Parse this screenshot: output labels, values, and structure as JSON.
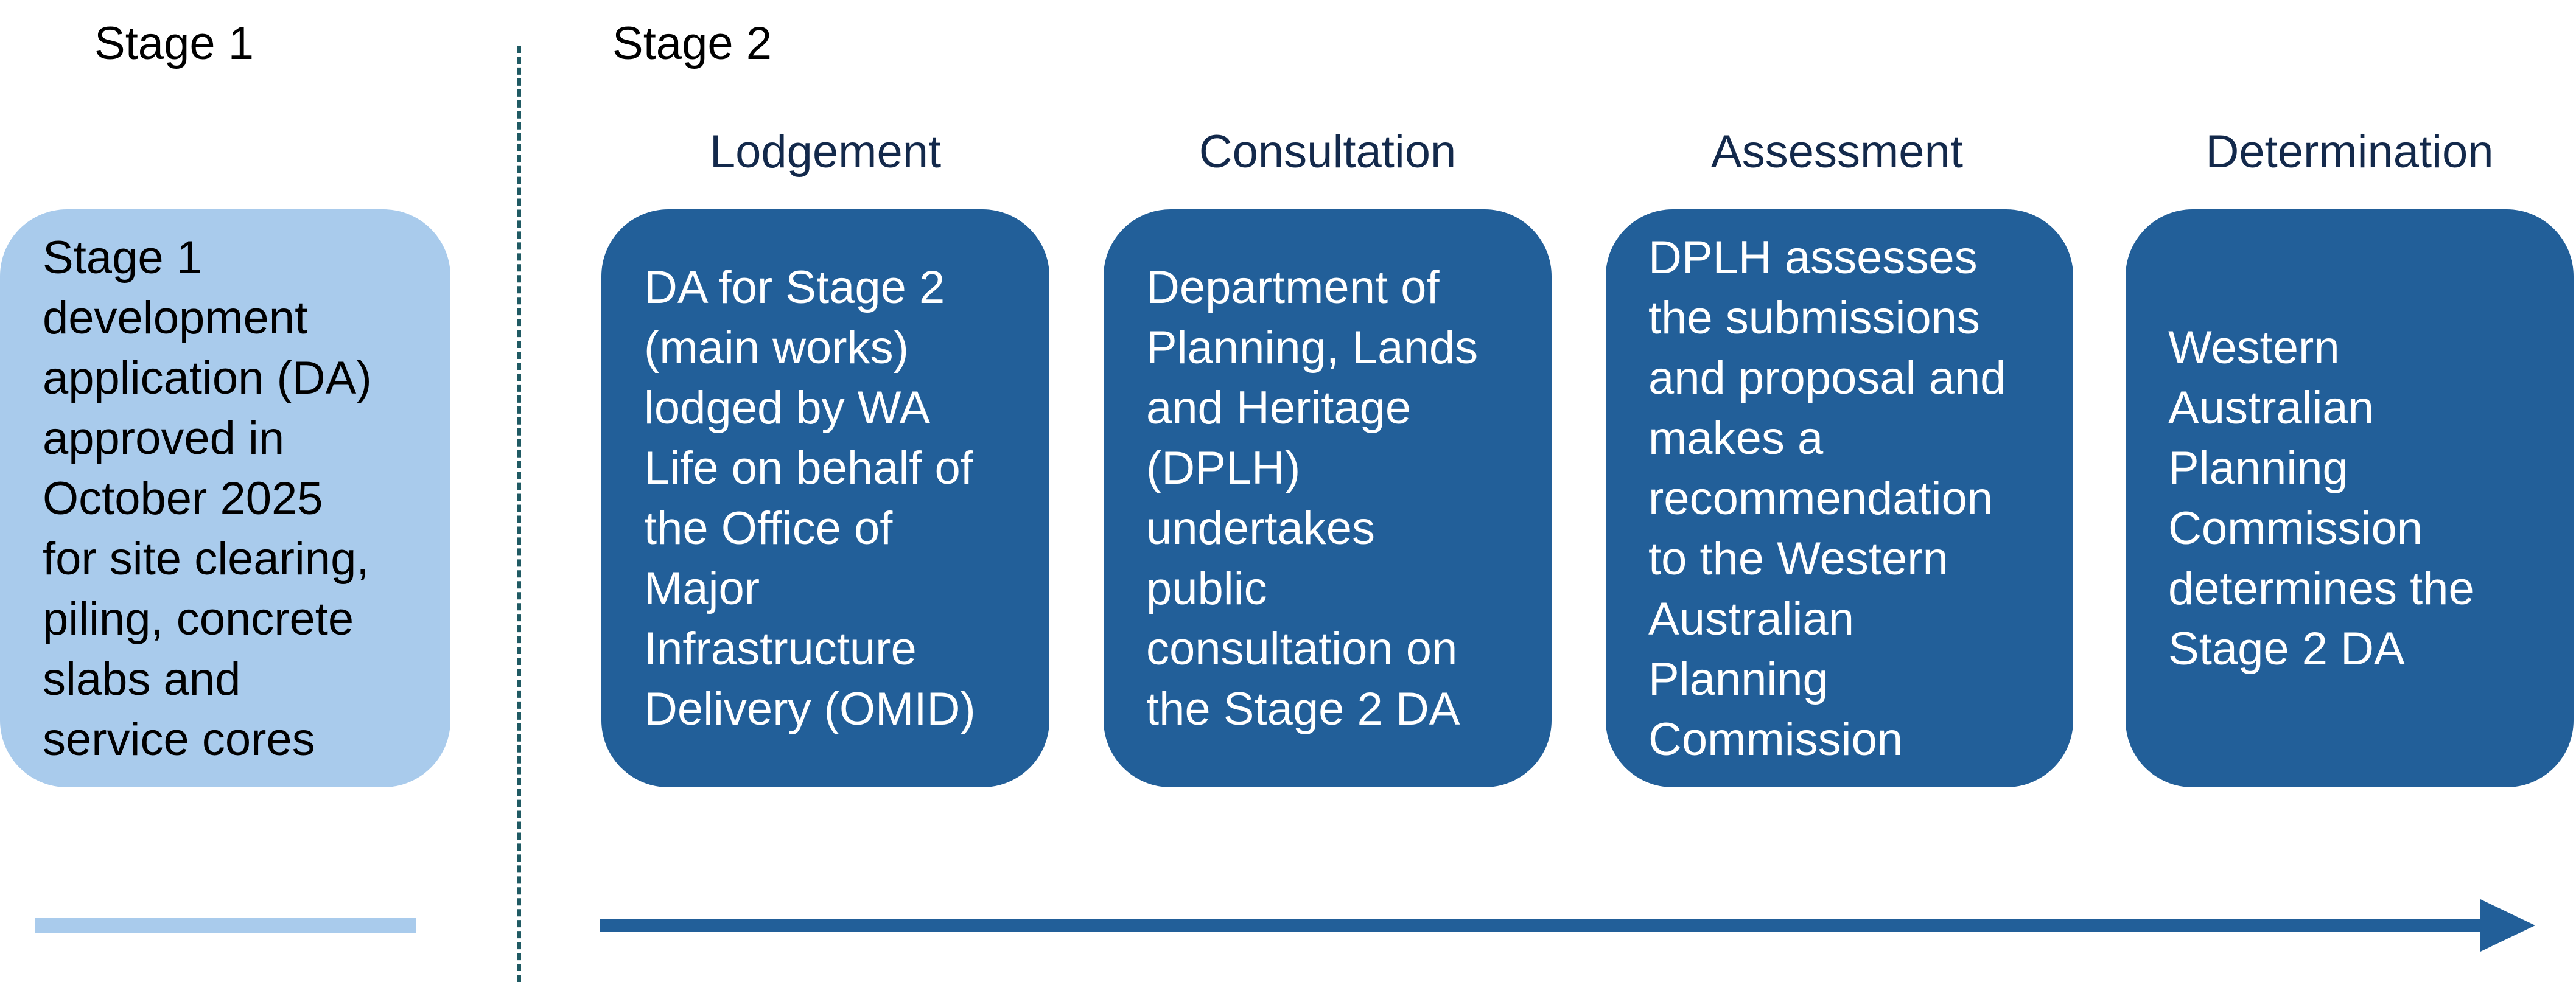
{
  "stage1": {
    "heading": "Stage 1",
    "box_text": "Stage 1\ndevelopment\napplication (DA)\napproved in\nOctober 2025\nfor site clearing,\npiling, concrete\nslabs and\nservice cores"
  },
  "stage2": {
    "heading": "Stage 2",
    "phases": [
      {
        "title": "Lodgement",
        "text": "DA for Stage 2\n(main works)\nlodged by WA\nLife on behalf of\nthe Office of\nMajor\nInfrastructure\nDelivery (OMID)"
      },
      {
        "title": "Consultation",
        "text": "Department of\nPlanning, Lands\nand Heritage\n(DPLH)\nundertakes\npublic\nconsultation on\nthe Stage 2 DA"
      },
      {
        "title": "Assessment",
        "text": "DPLH assesses\nthe submissions\nand proposal and\nmakes a\nrecommendation\nto the Western\nAustralian\nPlanning\nCommission"
      },
      {
        "title": "Determination",
        "text": "Western\nAustralian\nPlanning\nCommission\ndetermines the\nStage 2 DA"
      }
    ]
  },
  "colors": {
    "stage1_fill": "#a9cbec",
    "stage2_fill": "#225f99",
    "divider": "#1f5a63",
    "heading_text": "#13294b"
  }
}
